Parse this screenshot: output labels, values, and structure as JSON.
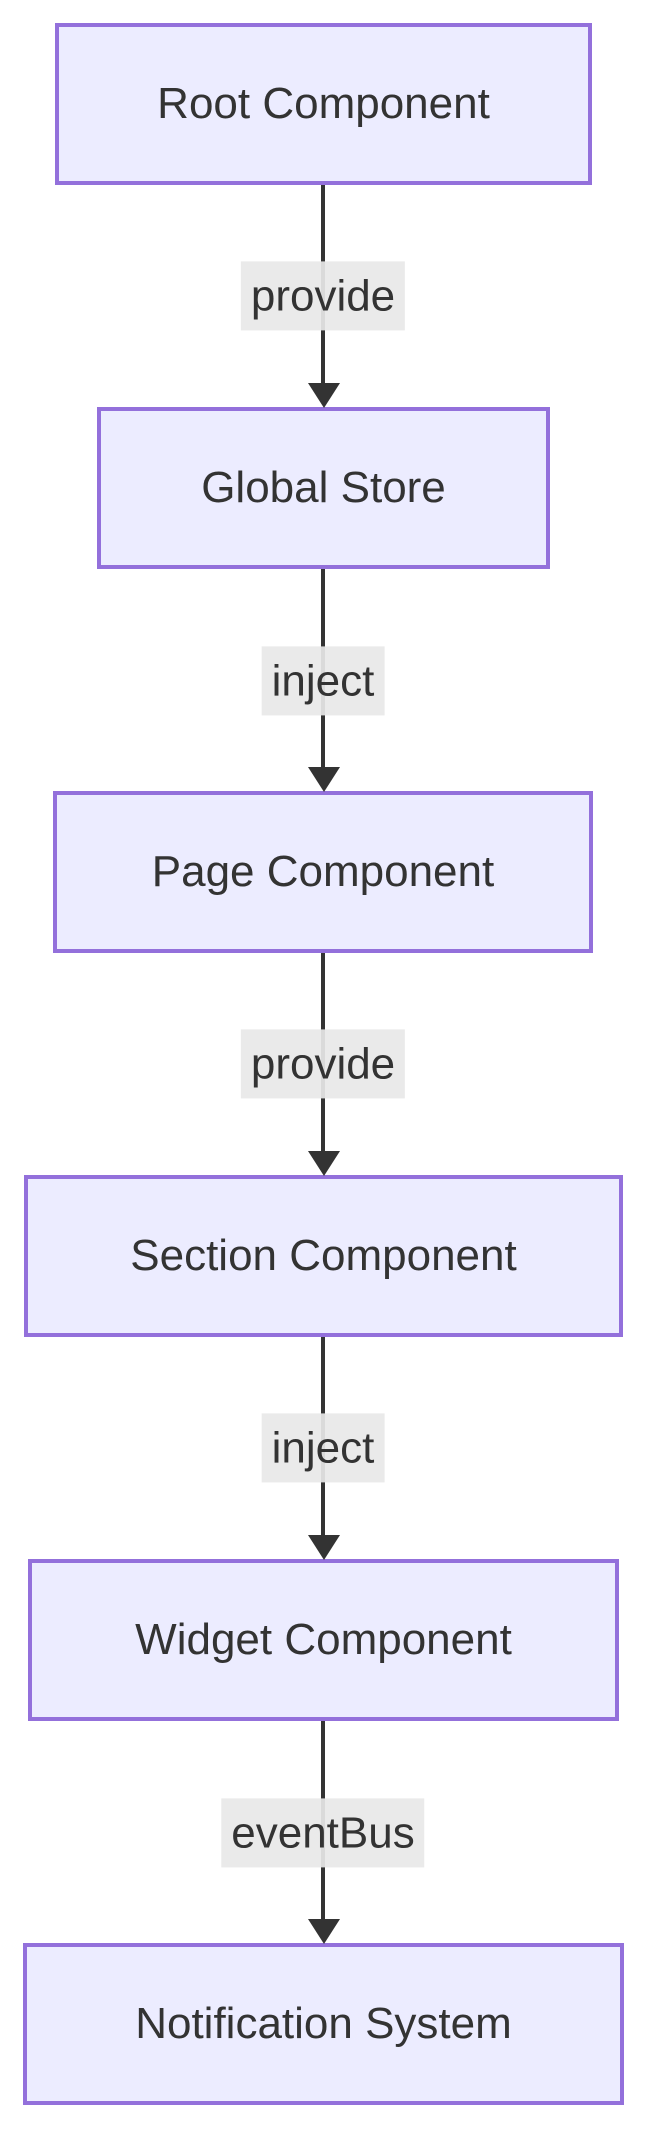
{
  "diagram": {
    "type": "flowchart",
    "direction": "top-down",
    "nodes": [
      {
        "id": "root",
        "label": "Root Component"
      },
      {
        "id": "store",
        "label": "Global Store"
      },
      {
        "id": "page",
        "label": "Page Component"
      },
      {
        "id": "section",
        "label": "Section Component"
      },
      {
        "id": "widget",
        "label": "Widget Component"
      },
      {
        "id": "notify",
        "label": "Notification System"
      }
    ],
    "edges": [
      {
        "from": "Root Component",
        "to": "Global Store",
        "label": "provide"
      },
      {
        "from": "Global Store",
        "to": "Page Component",
        "label": "inject"
      },
      {
        "from": "Page Component",
        "to": "Section Component",
        "label": "provide"
      },
      {
        "from": "Section Component",
        "to": "Widget Component",
        "label": "inject"
      },
      {
        "from": "Widget Component",
        "to": "Notification System",
        "label": "eventBus"
      }
    ],
    "colors": {
      "background": "#FFFFFF",
      "node_fill": "#ECECFF",
      "node_border": "#9370DB",
      "edge_line": "#333333",
      "edge_label_bg": "#E8E8E8",
      "text": "#333333"
    }
  }
}
